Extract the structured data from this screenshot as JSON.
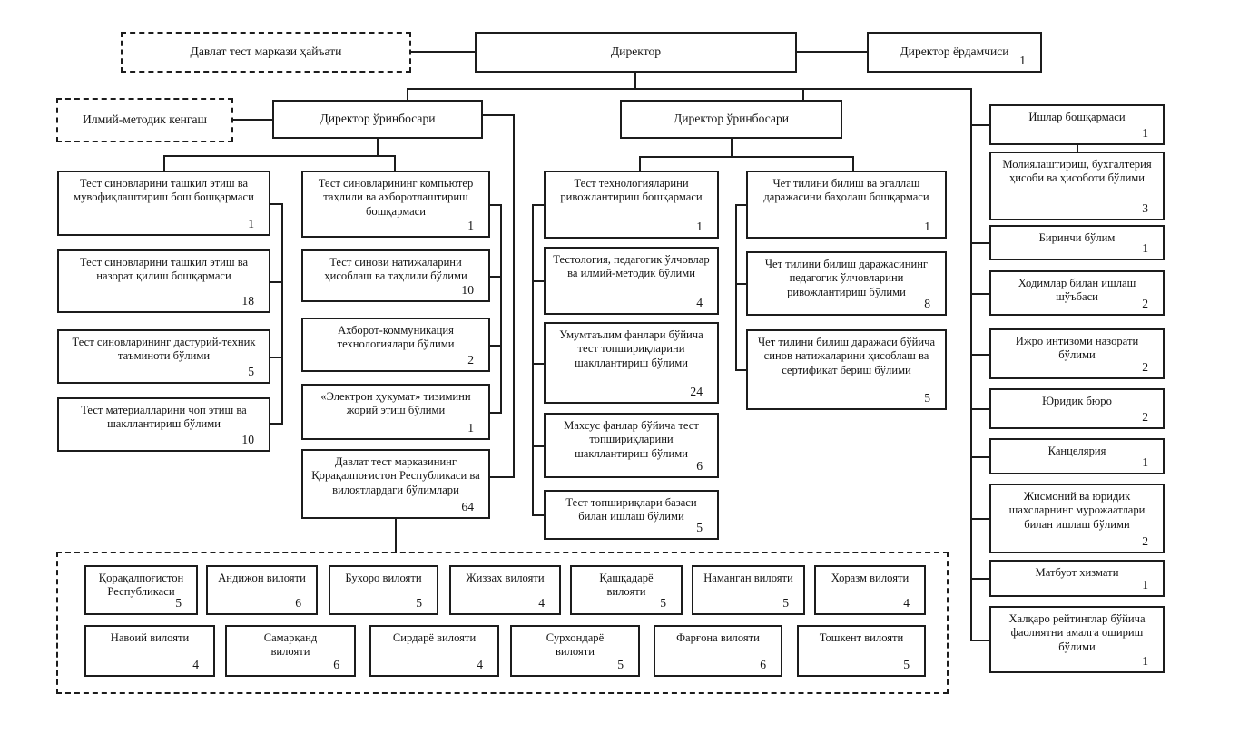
{
  "diagram": {
    "board": {
      "label": "Давлат тест маркази ҳайъати"
    },
    "director": {
      "label": "Директор"
    },
    "assistant": {
      "label": "Директор ёрдамчиси",
      "count": "1"
    },
    "council": {
      "label": "Илмий-методик кенгаш"
    },
    "deputy_left": {
      "label": "Директор ўринбосари"
    },
    "deputy_right": {
      "label": "Директор ўринбосари"
    },
    "col1": [
      {
        "label": "Тест синовларини ташкил этиш ва мувофиқлаштириш бош бошқармаси",
        "count": "1"
      },
      {
        "label": "Тест синовларини ташкил этиш ва назорат қилиш бошқармаси",
        "count": "18"
      },
      {
        "label": "Тест синовларининг дастурий-техник таъминоти бўлими",
        "count": "5"
      },
      {
        "label": "Тест материалларини чоп этиш ва шакллантириш бўлими",
        "count": "10"
      }
    ],
    "col2": [
      {
        "label": "Тест синовларининг компьютер таҳлили ва ахборотлаштириш бошқармаси",
        "count": "1"
      },
      {
        "label": "Тест синови натижаларини ҳисоблаш ва таҳлили бўлими",
        "count": "10"
      },
      {
        "label": "Ахборот-коммуникация технологиялари бўлими",
        "count": "2"
      },
      {
        "label": "«Электрон ҳукумат» тизимини жорий этиш бўлими",
        "count": "1"
      },
      {
        "label": "Давлат тест марказининг Қорақалпоғистон Республикаси ва вилоятлардаги бўлимлари",
        "count": "64"
      }
    ],
    "col3": [
      {
        "label": "Тест технологияларини ривожлантириш бошқармаси",
        "count": "1"
      },
      {
        "label": "Тестология, педагогик ўлчовлар ва илмий-методик бўлими",
        "count": "4"
      },
      {
        "label": "Умумтаълим фанлари бўйича тест топшириқларини шакллантириш бўлими",
        "count": "24"
      },
      {
        "label": "Махсус фанлар бўйича тест топшириқларини шакллантириш бўлими",
        "count": "6"
      },
      {
        "label": "Тест топшириқлари базаси билан ишлаш бўлими",
        "count": "5"
      }
    ],
    "col4": [
      {
        "label": "Чет тилини билиш ва эгаллаш даражасини баҳолаш бошқармаси",
        "count": "1"
      },
      {
        "label": "Чет тилини билиш даражасининг педагогик ўлчовларини ривожлантириш бўлими",
        "count": "8"
      },
      {
        "label": "Чет тилини билиш даражаси бўйича синов натижаларини ҳисоблаш ва сертификат бериш бўлими",
        "count": "5"
      }
    ],
    "admin": [
      {
        "label": "Ишлар бошқармаси",
        "count": "1"
      },
      {
        "label": "Молиялаштириш, бухгалтерия ҳисоби ва ҳисоботи бўлими",
        "count": "3"
      },
      {
        "label": "Биринчи бўлим",
        "count": "1"
      },
      {
        "label": "Ходимлар билан ишлаш шўъбаси",
        "count": "2"
      },
      {
        "label": "Ижро интизоми назорати бўлими",
        "count": "2"
      },
      {
        "label": "Юридик бюро",
        "count": "2"
      },
      {
        "label": "Канцелярия",
        "count": "1"
      },
      {
        "label": "Жисмоний ва юридик шахсларнинг мурожаатлари билан ишлаш бўлими",
        "count": "2"
      },
      {
        "label": "Матбуот хизмати",
        "count": "1"
      },
      {
        "label": "Халқаро рейтинглар бўйича фаолиятни амалга ошириш бўлими",
        "count": "1"
      }
    ],
    "regions": {
      "row1": [
        {
          "label": "Қорақалпоғистон Республикаси",
          "count": "5"
        },
        {
          "label": "Андижон вилояти",
          "count": "6"
        },
        {
          "label": "Бухоро вилояти",
          "count": "5"
        },
        {
          "label": "Жиззах вилояти",
          "count": "4"
        },
        {
          "label": "Қашқадарё вилояти",
          "count": "5"
        },
        {
          "label": "Наманган вилояти",
          "count": "5"
        },
        {
          "label": "Хоразм вилояти",
          "count": "4"
        }
      ],
      "row2": [
        {
          "label": "Навоий вилояти",
          "count": "4"
        },
        {
          "label": "Самарқанд вилояти",
          "count": "6"
        },
        {
          "label": "Сирдарё вилояти",
          "count": "4"
        },
        {
          "label": "Сурхондарё вилояти",
          "count": "5"
        },
        {
          "label": "Фарғона вилояти",
          "count": "6"
        },
        {
          "label": "Тошкент вилояти",
          "count": "5"
        }
      ]
    }
  }
}
